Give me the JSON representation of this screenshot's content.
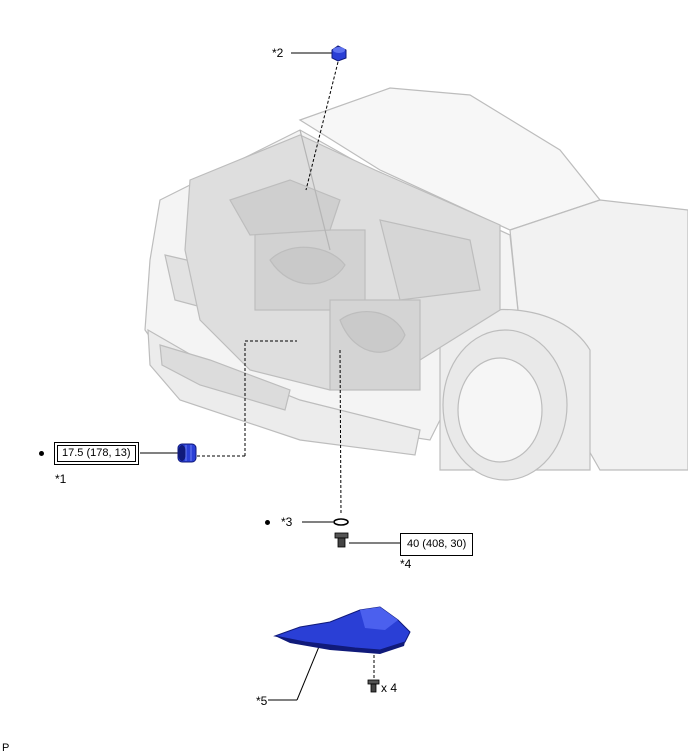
{
  "callouts": {
    "c1": "*1",
    "c2": "*2",
    "c3": "*3",
    "c4": "*4",
    "c5": "*5"
  },
  "torques": {
    "t1": "17.5 (178, 13)",
    "t4": "40 (408, 30)"
  },
  "quantity": "x 4",
  "corner_mark": "P",
  "colors": {
    "part_blue": "#2a3fd6",
    "part_dark": "#101a7a",
    "vehicle_gray": "#c8c8c8"
  }
}
